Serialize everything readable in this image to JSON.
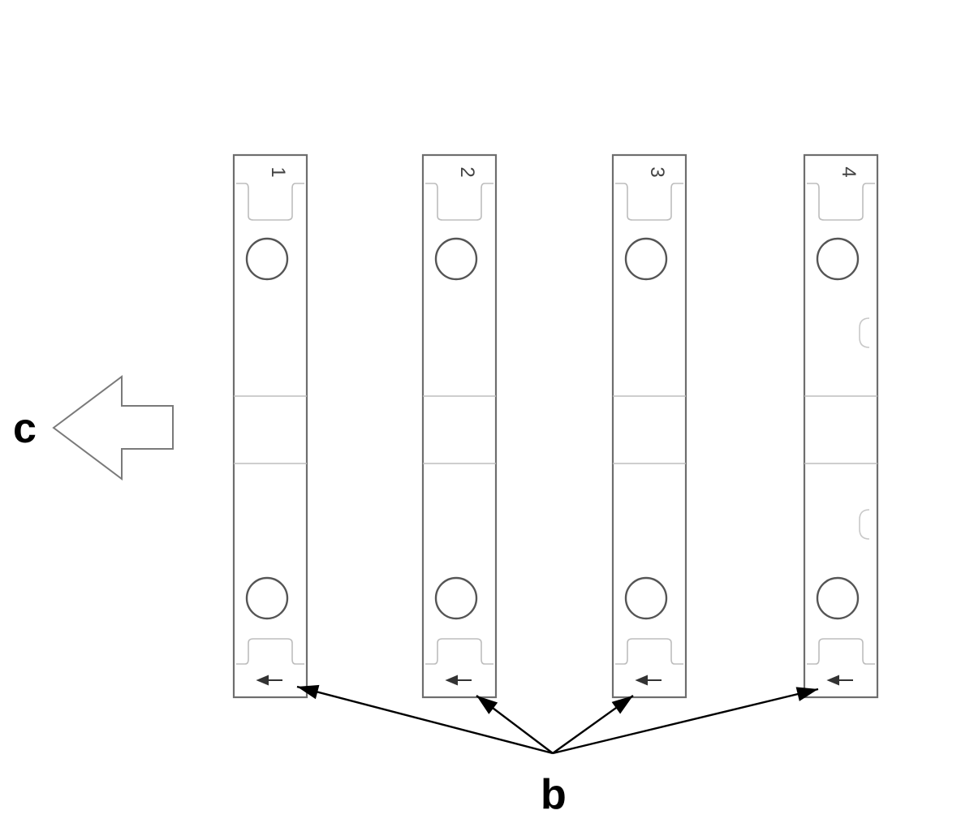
{
  "callouts": {
    "direction_label": "c",
    "arrow_label": "b"
  },
  "caps": [
    {
      "number": "1",
      "has_side_notch": false
    },
    {
      "number": "2",
      "has_side_notch": false
    },
    {
      "number": "3",
      "has_side_notch": false
    },
    {
      "number": "4",
      "has_side_notch": true
    }
  ],
  "colors": {
    "outline": "#6e6e6e",
    "leader": "#000000"
  }
}
